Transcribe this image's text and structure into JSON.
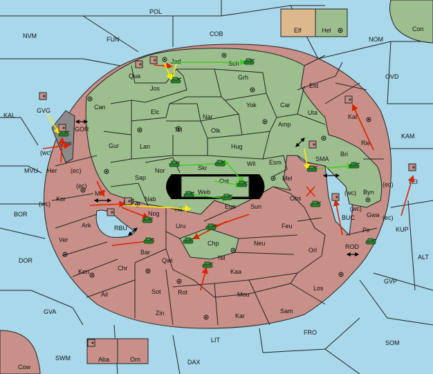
{
  "legend": {
    "left": "Elf",
    "right": "Hel"
  },
  "sea_labels": {
    "pol": "POL",
    "nvm": "NVM",
    "fun": "FUN",
    "cob": "COB",
    "nom": "NOM",
    "con": "Con",
    "ovd": "OVD",
    "kal": "KAL",
    "gvg": "GVG",
    "gor": "GOR",
    "kam": "KAM",
    "mvu": "MVU",
    "sma": "SMA",
    "tei": "TEI",
    "mit": "MIT",
    "bor": "BOR",
    "rbu": "RBU",
    "buc": "BUC",
    "kup": "KUP",
    "dor": "DOR",
    "rod": "ROD",
    "alt": "ALT",
    "gvp": "GVP",
    "gva": "GVA",
    "fro": "FRO",
    "lit": "LIT",
    "som": "SOM",
    "swm": "SWM",
    "dax": "DAX",
    "cow": "Cow",
    "aba": "Aba",
    "orn": "Orn"
  },
  "green_labels": {
    "qua": "Qua",
    "jad": "Jad",
    "sch": "Sch",
    "jos": "Jos",
    "grh": "Grh",
    "can": "Can",
    "elc": "Elc",
    "nar": "Nar",
    "yok": "Yok",
    "car": "Car",
    "uta": "Uta",
    "tel": "Tel",
    "olk": "Olk",
    "amp": "Amp",
    "gur": "Gur",
    "lan": "Lan",
    "hug": "Hug",
    "bri": "Bri",
    "nor": "Nor",
    "skr": "Skr",
    "wil": "Wil",
    "esm": "Esm",
    "sap": "Sap",
    "ost": "Ost",
    "mel": "Mel",
    "web": "Web",
    "nab": "Nab",
    "byn": "Byn",
    "hil": "Hil",
    "chp": "Chp"
  },
  "pink_labels": {
    "eld": "Eld",
    "kat": "Kat",
    "rie": "Rie",
    "gaw": "Gaw",
    "her": "Her",
    "kor": "Kor",
    "ark": "Ark",
    "ver": "Ver",
    "nog": "Nog",
    "eun": "Eun",
    "sun": "Sun",
    "obs": "Obs",
    "gwa": "Gwa",
    "uru": "Uru",
    "feu": "Feu",
    "pir": "Pir",
    "bar": "Bar",
    "neu": "Neu",
    "orl": "Orl",
    "qwi": "Qwi",
    "ken": "Ken",
    "chr": "Chr",
    "nil": "Nil",
    "kaa": "Kaa",
    "los": "Los",
    "ail": "Ail",
    "sot": "Sot",
    "rot": "Rot",
    "mou": "Mou",
    "zin": "Zin",
    "kar": "Kar",
    "sam": "Sam"
  },
  "coast_tags": {
    "wc1": "(wc)",
    "ec1": "(ec)",
    "ec2": "(ec)",
    "wc2": "(wc)",
    "wc3": "(wc)",
    "ec3": "(ec)",
    "wc4": "(wc)",
    "ec4": "(ec)"
  },
  "colors": {
    "sea": "#a8d8ea",
    "green": "#9dbf8f",
    "pink": "#c89088",
    "tan": "#dcb98c",
    "gray": "#8a8a8a",
    "army": "#2e7d32",
    "move_green": "#44cc22",
    "move_yellow": "#ffee00",
    "move_red": "#dd2200"
  },
  "icons": {
    "supply_center": "circle-dot",
    "army": "tank",
    "fleet": "ship",
    "dislodged": "red-x"
  }
}
